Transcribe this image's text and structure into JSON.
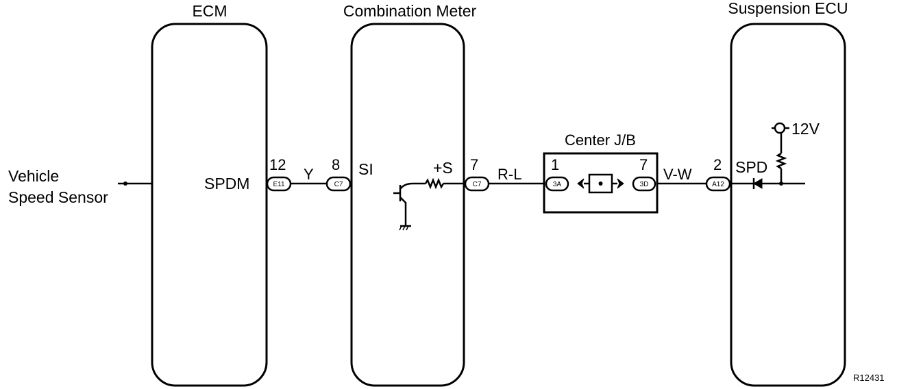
{
  "components": {
    "ecm": {
      "title": "ECM",
      "terminal_name": "SPDM",
      "pin": "12",
      "connector": "E11"
    },
    "meter": {
      "title": "Combination Meter",
      "in_terminal": "SI",
      "in_pin": "8",
      "in_connector": "C7",
      "out_terminal": "+S",
      "out_pin": "7",
      "out_connector": "C7"
    },
    "junction_block": {
      "title": "Center J/B",
      "left_pin": "1",
      "left_connector": "3A",
      "right_pin": "7",
      "right_connector": "3D"
    },
    "suspension_ecu": {
      "title": "Suspension ECU",
      "terminal_name": "SPD",
      "pin": "2",
      "connector": "A12",
      "supply": "12V"
    }
  },
  "external": {
    "sensor_line1": "Vehicle",
    "sensor_line2": "Speed Sensor"
  },
  "wires": {
    "ecm_to_meter": "Y",
    "meter_to_jb": "R-L",
    "jb_to_ecu": "V-W"
  },
  "figure_code": "R12431"
}
